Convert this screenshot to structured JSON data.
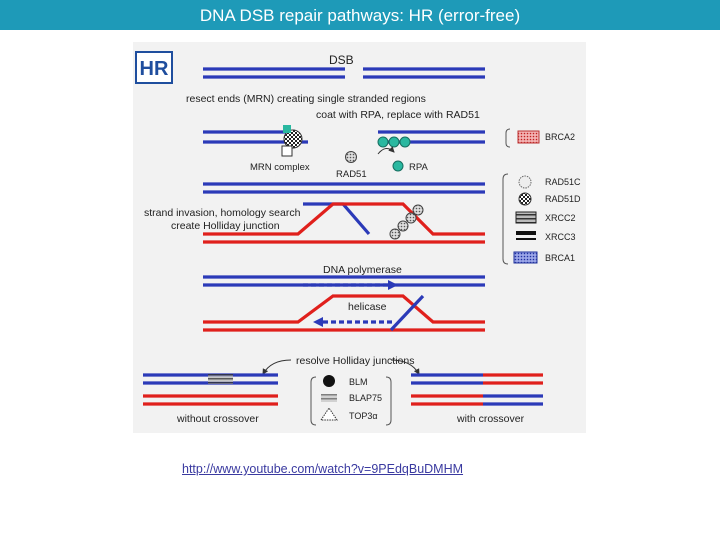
{
  "slide": {
    "title": "DNA DSB repair pathways: HR (error-free)",
    "link": "http://www.youtube.com/watch?v=9PEdqBuDMHM"
  },
  "figure": {
    "badge": "HR",
    "dsb": "DSB",
    "resect": "resect ends (MRN) creating single stranded regions",
    "coat": "coat with RPA, replace with RAD51",
    "mrn": "MRN complex",
    "rad51": "RAD51",
    "rpa": "RPA",
    "strand_invasion_1": "strand invasion, homology search",
    "strand_invasion_2": "create Holliday junction",
    "dna_polymerase": "DNA polymerase",
    "helicase": "helicase",
    "resolve": "resolve Holliday junctions",
    "without_crossover": "without crossover",
    "with_crossover": "with crossover",
    "legend": {
      "brca2": "BRCA2",
      "rad51c": "RAD51C",
      "rad51d": "RAD51D",
      "xrcc2": "XRCC2",
      "xrcc3": "XRCC3",
      "brca1": "BRCA1",
      "blm": "BLM",
      "blap75": "BLAP75",
      "top3a": "TOP3α"
    }
  },
  "colors": {
    "title_bar": "#1e9ab8",
    "strand_blue": "#2b3ab8",
    "strand_red": "#e0201c",
    "rpa_teal": "#2ab8a0"
  }
}
